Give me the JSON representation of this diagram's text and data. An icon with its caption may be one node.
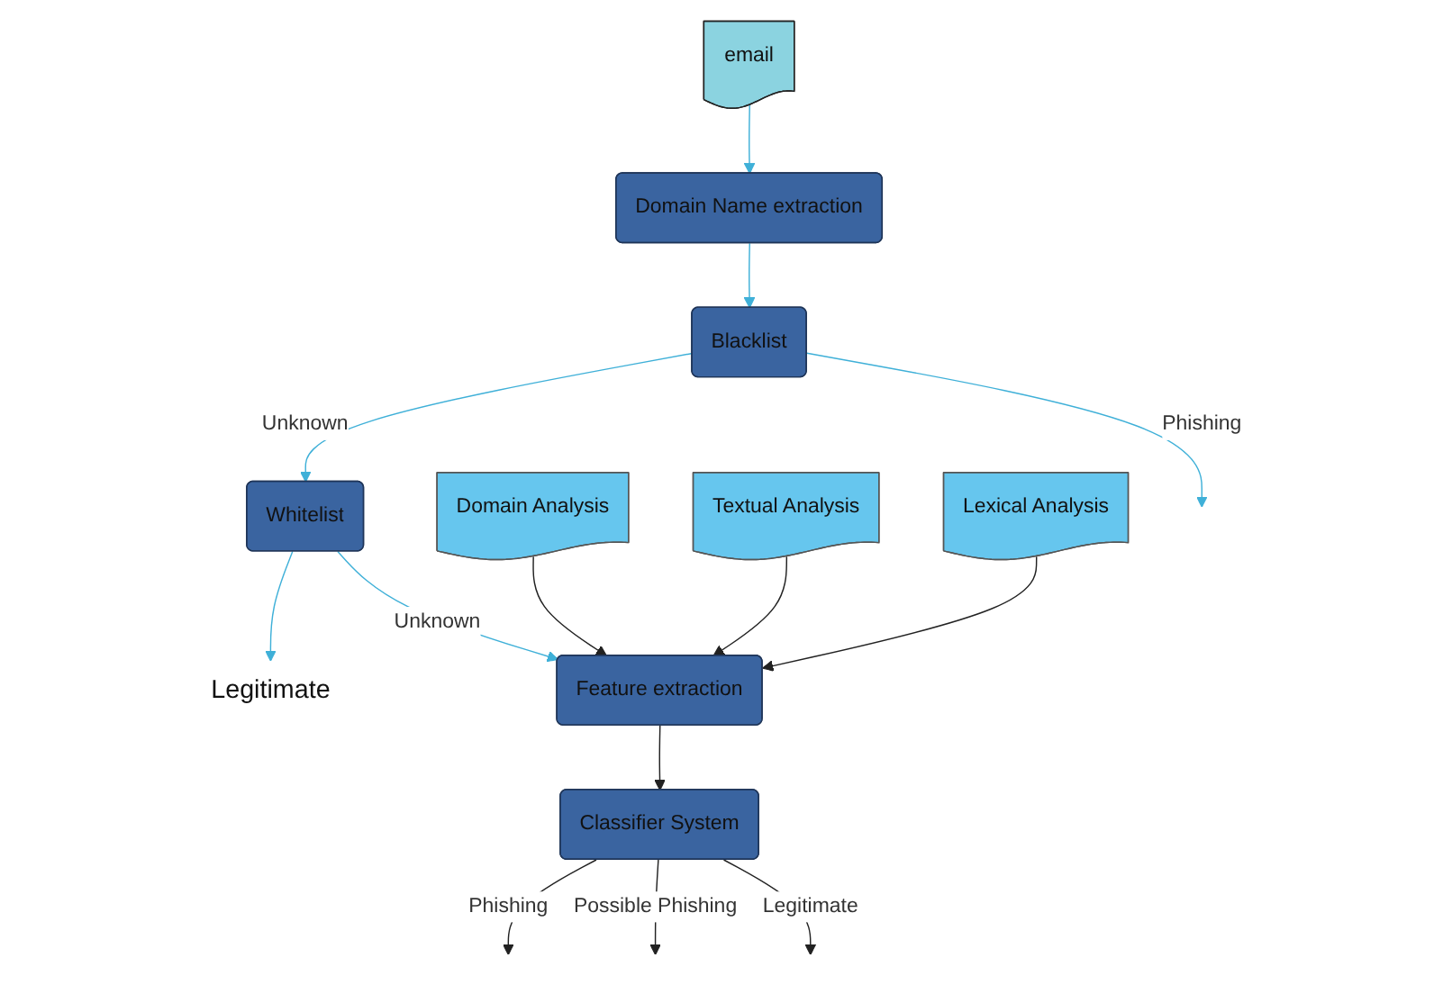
{
  "diagram": {
    "nodes": [
      {
        "text": [
          "email"
        ]
      },
      {
        "text": [
          "Domain Name extraction"
        ]
      },
      {
        "text": [
          "Blacklist"
        ]
      },
      {
        "text": [
          "Whitelist"
        ]
      },
      {
        "text": [
          "Legitimate"
        ]
      },
      {
        "text": [
          "Domain Analysis"
        ]
      },
      {
        "text": [
          "Textual Analysis"
        ]
      },
      {
        "text": [
          "Lexical Analysis"
        ]
      },
      {
        "text": [
          "Feature extraction"
        ]
      },
      {
        "text": [
          "Classifier System"
        ]
      }
    ],
    "edges": [
      {
        "from": 0,
        "to": 1,
        "arrow": "to",
        "color": "#3fb0d8"
      },
      {
        "from": 1,
        "to": 2,
        "arrow": "to",
        "color": "#3fb0d8"
      },
      {
        "from": 2,
        "to": null,
        "arrow": "to",
        "label": "Phishing",
        "color": "#3fb0d8"
      },
      {
        "from": 2,
        "to": 3,
        "arrow": "to",
        "label": "Unknown",
        "color": "#3fb0d8"
      },
      {
        "from": 3,
        "to": 4,
        "arrow": "to",
        "color": "#3fb0d8"
      },
      {
        "from": 3,
        "to": 8,
        "arrow": "to",
        "label": "Unknown",
        "color": "#3fb0d8"
      },
      {
        "from": 5,
        "to": 8,
        "arrow": "to"
      },
      {
        "from": 6,
        "to": 8,
        "arrow": "to"
      },
      {
        "from": 7,
        "to": 8,
        "arrow": "to"
      },
      {
        "from": 8,
        "to": 9,
        "arrow": "to"
      },
      {
        "from": 9,
        "to": null,
        "arrow": "to",
        "label": "Phishing"
      },
      {
        "from": 9,
        "to": null,
        "arrow": "to",
        "label": "Possible Phishing"
      },
      {
        "from": 9,
        "to": null,
        "arrow": "to",
        "label": "Legitimate"
      }
    ]
  }
}
